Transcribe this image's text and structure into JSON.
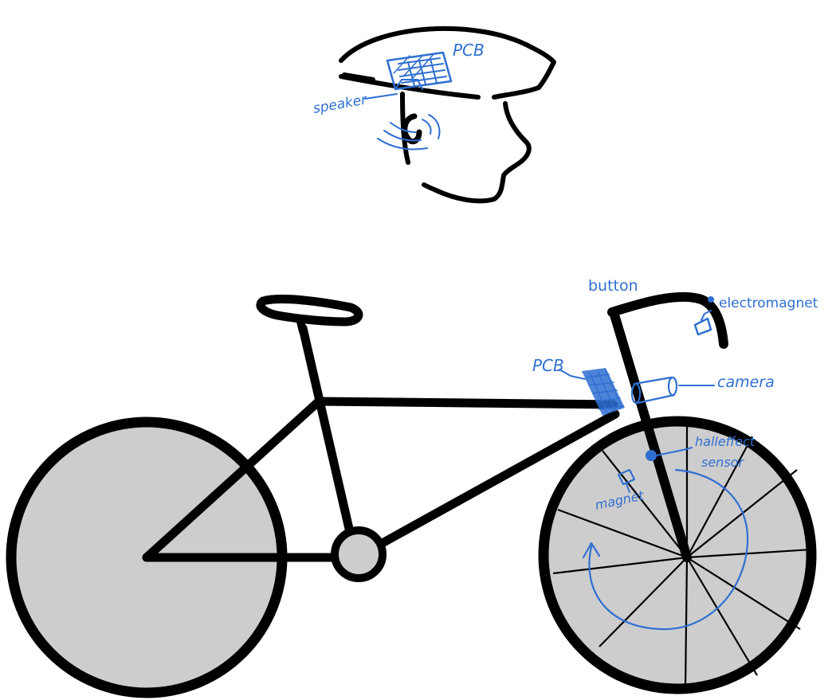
{
  "helmet": {
    "labels": {
      "pcb": "PCB",
      "speaker": "speaker"
    }
  },
  "bike": {
    "labels": {
      "button": "button",
      "electromagnet": "electromagnet",
      "pcb": "PCB",
      "camera": "camera",
      "hall_effect_line1": "halleffect",
      "hall_effect_line2": "sensor",
      "magnet": "magnet"
    }
  },
  "colors": {
    "ink": "#000000",
    "annotation_blue": "#2f6fd1",
    "wheel_fill": "#cdcdcd"
  }
}
